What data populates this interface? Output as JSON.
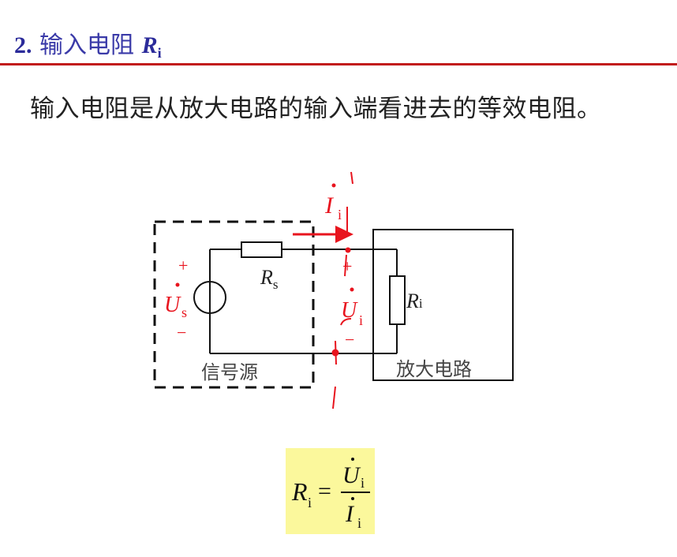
{
  "heading": {
    "number": "2.",
    "text": "输入电阻",
    "symbol": "R",
    "subscript": "i"
  },
  "description": "输入电阻是从放大电路的输入端看进去的等效电阻。",
  "circuit": {
    "source_box_label": "信号源",
    "amp_box_label": "放大电路",
    "source_resistor": {
      "symbol": "R",
      "subscript": "s"
    },
    "input_resistor": {
      "symbol": "R",
      "subscript": "i"
    },
    "source_voltage": {
      "symbol": "U",
      "subscript": "s",
      "plus": "+",
      "minus": "−"
    },
    "input_voltage": {
      "symbol": "U",
      "subscript": "i",
      "plus": "+",
      "minus": "−"
    },
    "input_current": {
      "symbol": "I",
      "subscript": "i"
    },
    "annotation_color": "#e8141e"
  },
  "formula": {
    "lhs_symbol": "R",
    "lhs_sub": "i",
    "equals": "=",
    "num_symbol": "U",
    "num_sub": "i",
    "den_symbol": "I",
    "den_sub": "i",
    "highlight_color": "#fbf89c"
  }
}
